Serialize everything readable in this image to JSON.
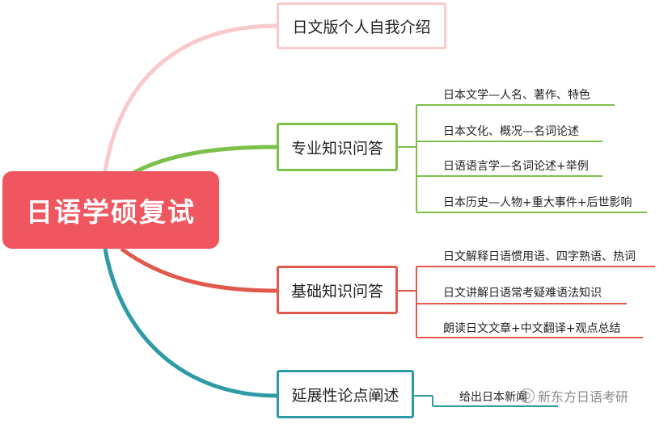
{
  "root": {
    "label": "日语学硕复试",
    "color": "#f0565f"
  },
  "branches": [
    {
      "id": "intro",
      "label": "日文版个人自我介绍",
      "color": "#f9c9cc",
      "children": []
    },
    {
      "id": "pro",
      "label": "专业知识问答",
      "color": "#7cc04a",
      "children": [
        "日本文学—人名、著作、特色",
        "日本文化、概况—名词论述",
        "日语语言学—名词论述+举例",
        "日本历史—人物+重大事件+后世影响"
      ]
    },
    {
      "id": "base",
      "label": "基础知识问答",
      "color": "#e0594c",
      "children": [
        "日文解释日语惯用语、四字熟语、热词",
        "日文讲解日语常考疑难语法知识",
        "朗读日文文章+中文翻译+观点总结"
      ]
    },
    {
      "id": "ext",
      "label": "延展性论点阐述",
      "color": "#2d9aa5",
      "children": [
        "给出日本新闻"
      ]
    }
  ],
  "watermark": {
    "text": "新东方日语考研"
  }
}
